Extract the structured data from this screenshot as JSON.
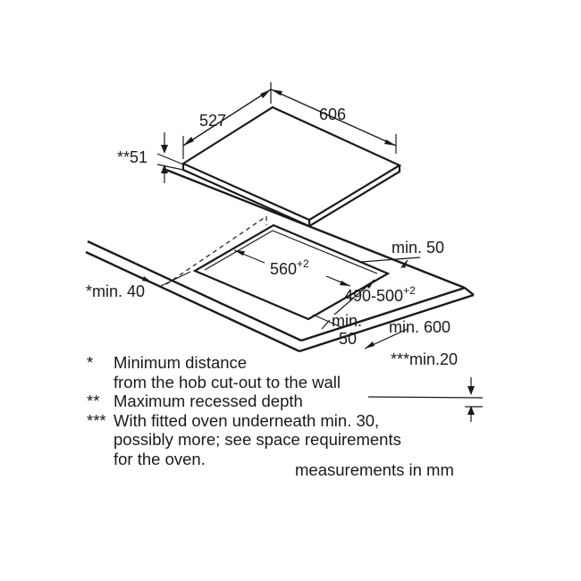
{
  "dimensions": {
    "hob_depth": "527",
    "hob_width": "606",
    "recessed_depth": "**51",
    "cutout_width": "560",
    "cutout_width_tol": "+2",
    "cutout_depth": "490-500",
    "cutout_depth_tol": "+2",
    "rear_min": "min. 50",
    "wall_min": "*min. 40",
    "front_min_line1": "min.",
    "front_min_line2": "50",
    "worktop_min": "min. 600",
    "oven_min": "***min.20"
  },
  "legend": [
    {
      "mark": "*",
      "text": "Minimum distance\nfrom the hob cut-out to the wall"
    },
    {
      "mark": "**",
      "text": "Maximum recessed depth"
    },
    {
      "mark": "***",
      "text": "With fitted oven underneath min. 30,\npossibly more; see space requirements\nfor the oven."
    }
  ],
  "units_note": "measurements in mm",
  "colors": {
    "ink": "#1a1a1a",
    "background": "#ffffff"
  }
}
